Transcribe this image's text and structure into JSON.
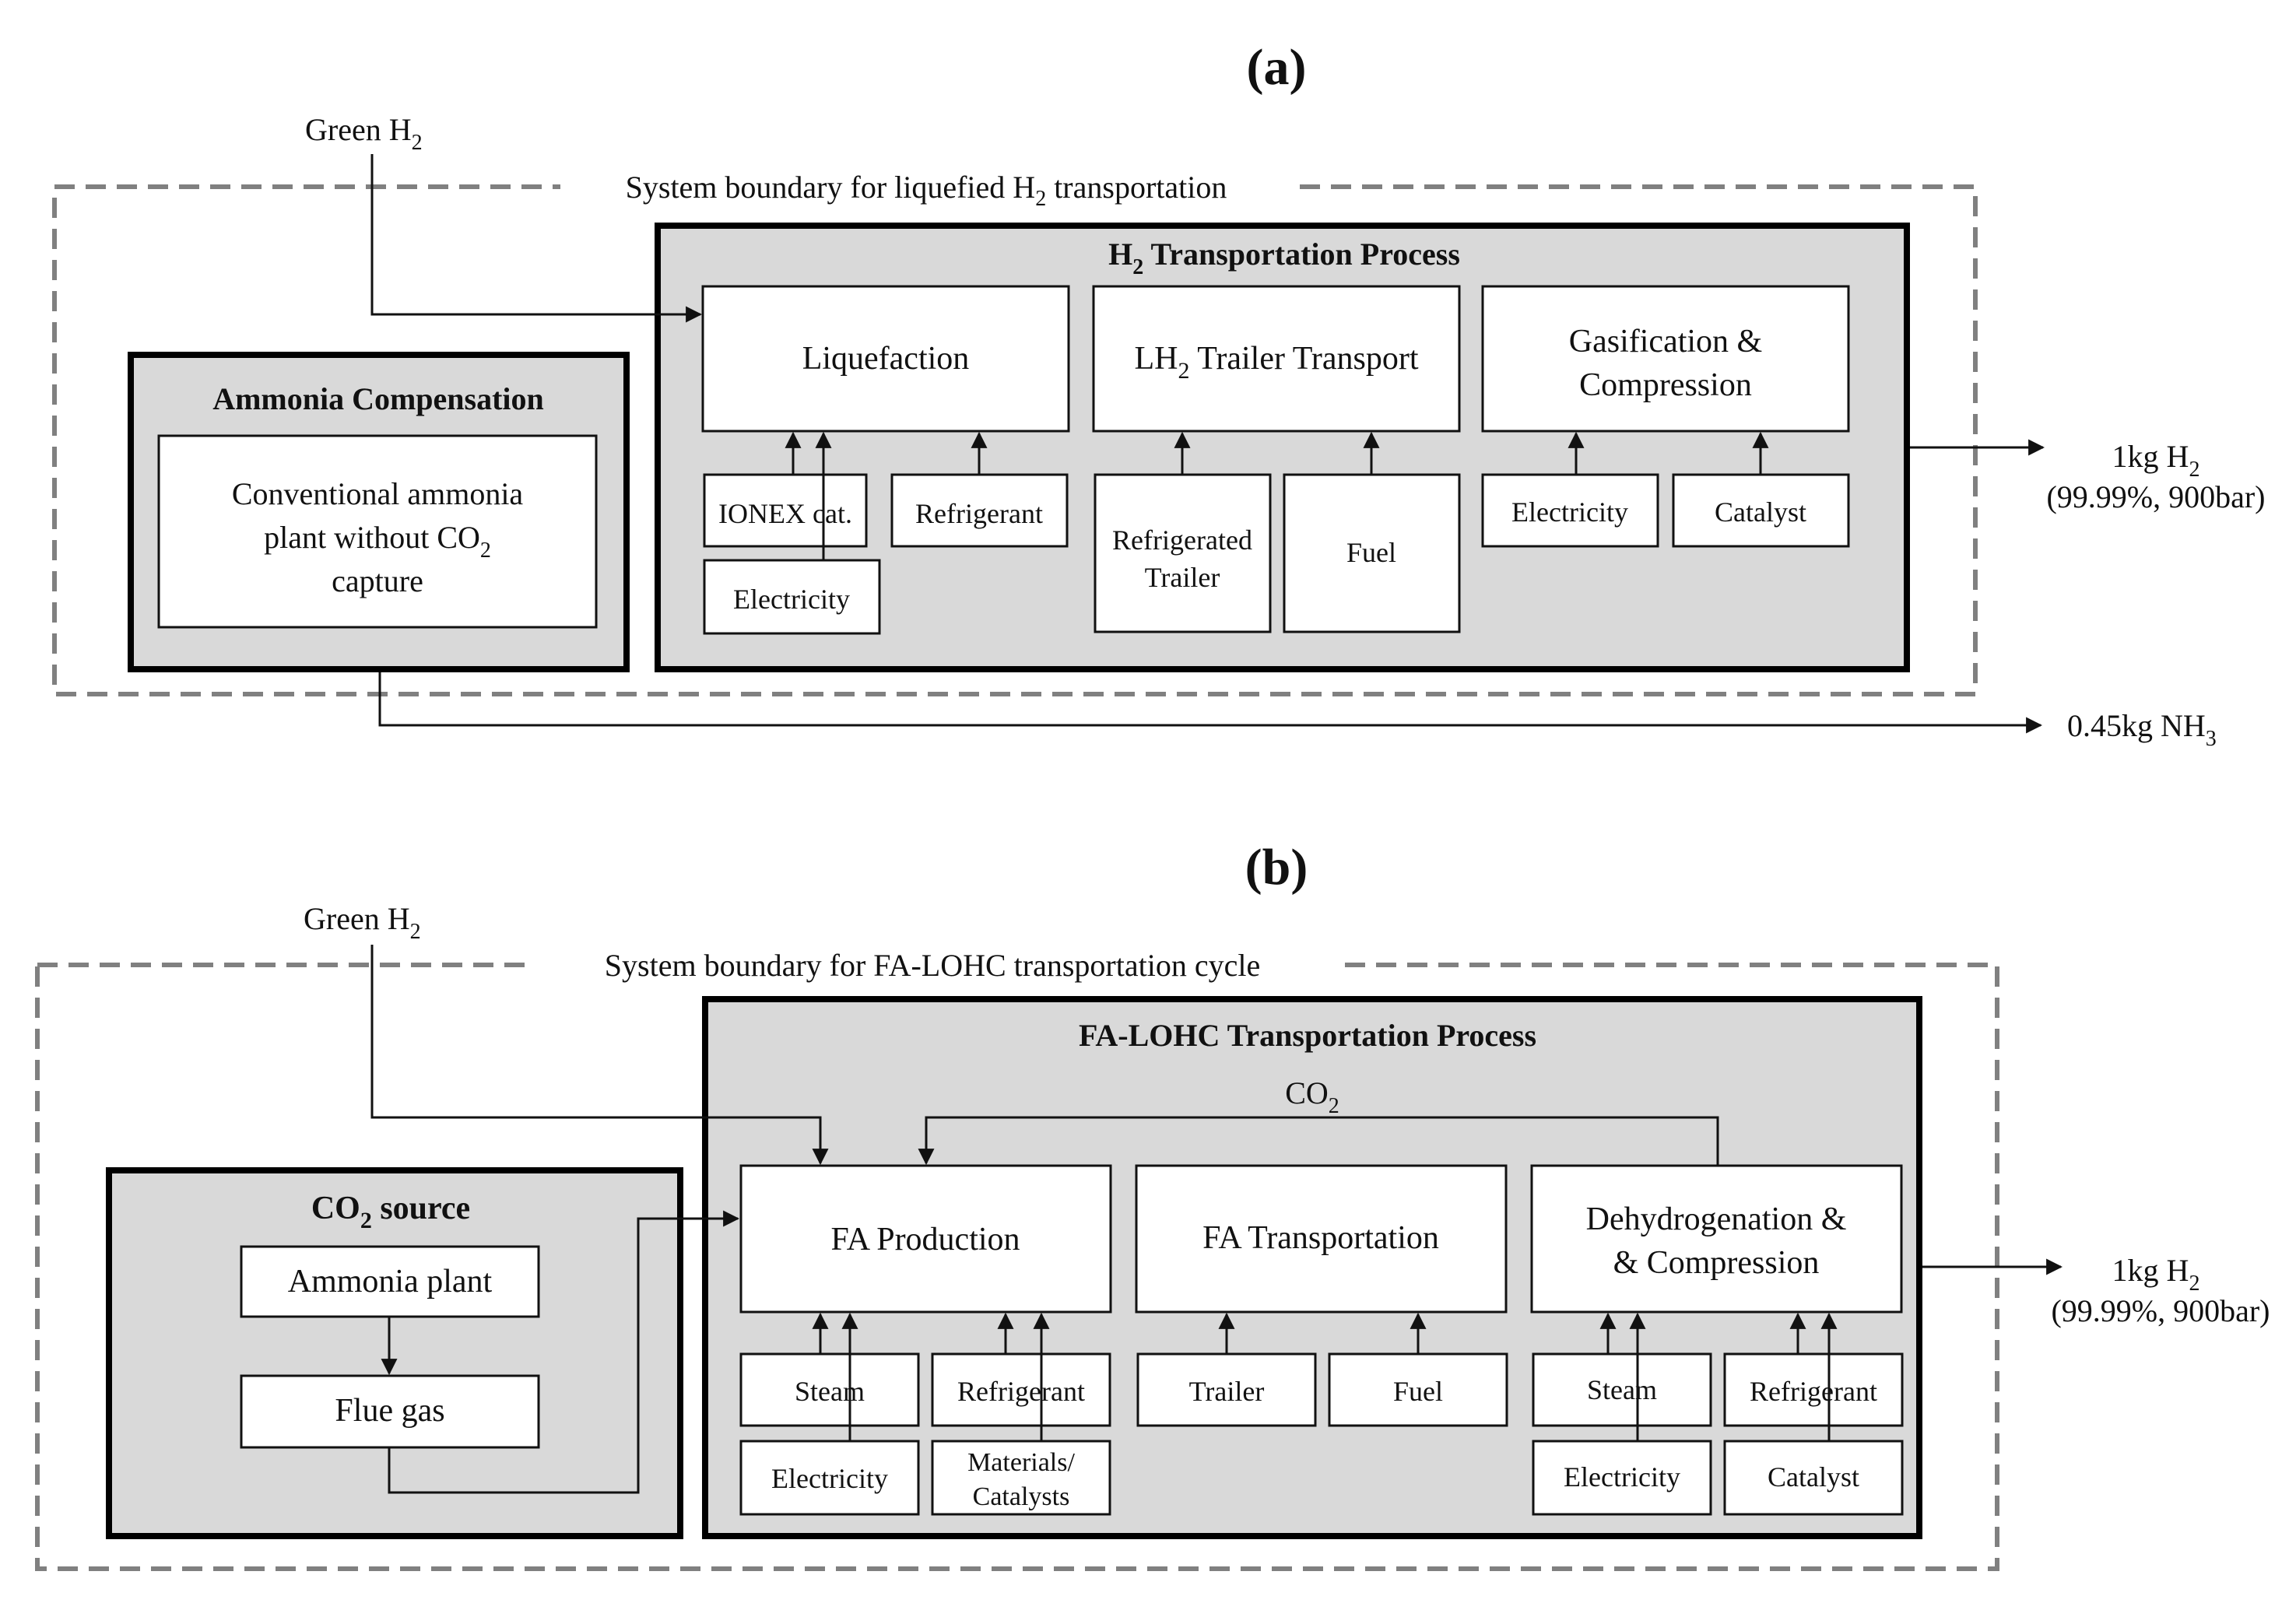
{
  "panel_a": {
    "panel_label": "(a)",
    "input_label": "Green H",
    "input_sub": "2",
    "boundary_label_pre": "System boundary for liquefied H",
    "boundary_label_sub": "2",
    "boundary_label_post": " transportation",
    "ammonia_title": "Ammonia Compensation",
    "ammonia_box_line1": "Conventional ammonia",
    "ammonia_box_line2_pre": "plant without CO",
    "ammonia_box_line2_sub": "2",
    "ammonia_box_line3": "capture",
    "process_title_pre": "H",
    "process_title_sub": "2",
    "process_title_post": " Transportation Process",
    "liquefaction": "Liquefaction",
    "trailer_transport_pre": "LH",
    "trailer_transport_sub": "2",
    "trailer_transport_post": " Trailer Transport",
    "gasification_line1": "Gasification &",
    "gasification_line2": "Compression",
    "ionex": "IONEX cat.",
    "refrigerant": "Refrigerant",
    "electricity_liq": "Electricity",
    "refrigerated_trailer_line1": "Refrigerated",
    "refrigerated_trailer_line2": "Trailer",
    "fuel": "Fuel",
    "electricity_gas": "Electricity",
    "catalyst": "Catalyst",
    "output_h2_pre": "1kg H",
    "output_h2_sub": "2",
    "output_h2_spec": "(99.99%, 900bar)",
    "output_nh3_pre": "0.45kg NH",
    "output_nh3_sub": "3"
  },
  "panel_b": {
    "panel_label": "(b)",
    "input_label": "Green H",
    "input_sub": "2",
    "boundary_label": "System boundary for FA-LOHC transportation cycle",
    "co2_source_title_pre": "CO",
    "co2_source_title_sub": "2",
    "co2_source_title_post": " source",
    "ammonia_plant": "Ammonia plant",
    "flue_gas": "Flue gas",
    "process_title": "FA-LOHC Transportation Process",
    "co2_loop_pre": "CO",
    "co2_loop_sub": "2",
    "fa_production": "FA Production",
    "fa_transportation": "FA Transportation",
    "dehydrogenation_line1": "Dehydrogenation &",
    "dehydrogenation_line2": "& Compression",
    "steam_1": "Steam",
    "refrigerant_1": "Refrigerant",
    "electricity_1": "Electricity",
    "materials_line1": "Materials/",
    "materials_line2": "Catalysts",
    "trailer": "Trailer",
    "fuel": "Fuel",
    "steam_2": "Steam",
    "refrigerant_2": "Refrigerant",
    "electricity_2": "Electricity",
    "catalyst": "Catalyst",
    "output_h2_pre": "1kg H",
    "output_h2_sub": "2",
    "output_h2_spec": "(99.99%, 900bar)"
  }
}
